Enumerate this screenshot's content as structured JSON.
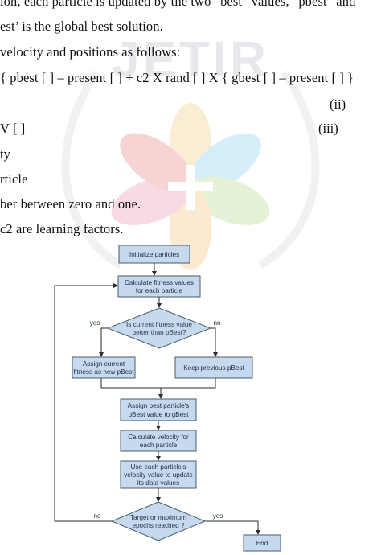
{
  "text": {
    "line1": "ion, each particle is updated by the two “best” values, “pbest” and",
    "line2": "est’ is the global best solution.",
    "line3": "velocity and positions as follows:",
    "line4": "{ pbest [ ] – present [ ] + c2 X rand [ ] X { gbest [ ] – present [ ] }",
    "eq2": "(ii)",
    "line5": "V [ ]",
    "eq3": "(iii)",
    "line6": "ty",
    "line7": "rticle",
    "line8": "ber between zero and one.",
    "line9": "c2 are learning factors."
  },
  "watermark": {
    "text": "JETIR"
  },
  "flowchart": {
    "init": "Initialize particles",
    "fitness_1": "Calculate fitness values",
    "fitness_2": "for each particle",
    "decision1_1": "Is current fitness value",
    "decision1_2": "better than pBest?",
    "yes1": "yes",
    "no1": "no",
    "assign_1": "Assign current",
    "assign_2": "fitness as new pBest",
    "keep": "Keep previous pBest",
    "best_1": "Assign best particle's",
    "best_2": "pBest value to gBest",
    "vel_1": "Calculate velocity for",
    "vel_2": "each particle",
    "use_1": "Use each particle's",
    "use_2": "velocity value to update",
    "use_3": "its data values",
    "decision2_1": "Target or maximum",
    "decision2_2": "epochs reached ?",
    "no2": "no",
    "yes2": "yes",
    "end": "End"
  }
}
